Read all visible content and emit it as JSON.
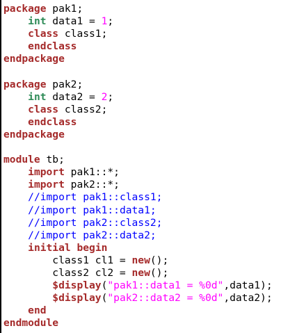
{
  "editor": {
    "colors": {
      "keyword": "#a52a2a",
      "type": "#2e8b57",
      "literal": "#ff00ff",
      "comment": "#0000ff",
      "text": "#000000",
      "background": "#ffffff"
    },
    "lines": [
      [
        {
          "t": "package",
          "c": "kw"
        },
        {
          "t": " pak1;",
          "c": "plain"
        }
      ],
      [
        {
          "t": "    ",
          "c": "plain"
        },
        {
          "t": "int",
          "c": "ty"
        },
        {
          "t": " data1 = ",
          "c": "plain"
        },
        {
          "t": "1",
          "c": "num"
        },
        {
          "t": ";",
          "c": "plain"
        }
      ],
      [
        {
          "t": "    ",
          "c": "plain"
        },
        {
          "t": "class",
          "c": "kw"
        },
        {
          "t": " class1;",
          "c": "plain"
        }
      ],
      [
        {
          "t": "    ",
          "c": "plain"
        },
        {
          "t": "endclass",
          "c": "kw"
        }
      ],
      [
        {
          "t": "endpackage",
          "c": "kw"
        }
      ],
      [
        {
          "t": "",
          "c": "plain"
        }
      ],
      [
        {
          "t": "package",
          "c": "kw"
        },
        {
          "t": " pak2;",
          "c": "plain"
        }
      ],
      [
        {
          "t": "    ",
          "c": "plain"
        },
        {
          "t": "int",
          "c": "ty"
        },
        {
          "t": " data2 = ",
          "c": "plain"
        },
        {
          "t": "2",
          "c": "num"
        },
        {
          "t": ";",
          "c": "plain"
        }
      ],
      [
        {
          "t": "    ",
          "c": "plain"
        },
        {
          "t": "class",
          "c": "kw"
        },
        {
          "t": " class2;",
          "c": "plain"
        }
      ],
      [
        {
          "t": "    ",
          "c": "plain"
        },
        {
          "t": "endclass",
          "c": "kw"
        }
      ],
      [
        {
          "t": "endpackage",
          "c": "kw"
        }
      ],
      [
        {
          "t": "",
          "c": "plain"
        }
      ],
      [
        {
          "t": "module",
          "c": "kw"
        },
        {
          "t": " tb;",
          "c": "plain"
        }
      ],
      [
        {
          "t": "    ",
          "c": "plain"
        },
        {
          "t": "import",
          "c": "kw"
        },
        {
          "t": " pak1::*;",
          "c": "plain"
        }
      ],
      [
        {
          "t": "    ",
          "c": "plain"
        },
        {
          "t": "import",
          "c": "kw"
        },
        {
          "t": " pak2::*;",
          "c": "plain"
        }
      ],
      [
        {
          "t": "    ",
          "c": "plain"
        },
        {
          "t": "//import pak1::class1;",
          "c": "cm"
        }
      ],
      [
        {
          "t": "    ",
          "c": "plain"
        },
        {
          "t": "//import pak1::data1;",
          "c": "cm"
        }
      ],
      [
        {
          "t": "    ",
          "c": "plain"
        },
        {
          "t": "//import pak2::class2;",
          "c": "cm"
        }
      ],
      [
        {
          "t": "    ",
          "c": "plain"
        },
        {
          "t": "//import pak2::data2;",
          "c": "cm"
        }
      ],
      [
        {
          "t": "    ",
          "c": "plain"
        },
        {
          "t": "initial",
          "c": "kw"
        },
        {
          "t": " ",
          "c": "plain"
        },
        {
          "t": "begin",
          "c": "kw"
        }
      ],
      [
        {
          "t": "        class1 cl1 = ",
          "c": "plain"
        },
        {
          "t": "new",
          "c": "kw"
        },
        {
          "t": "();",
          "c": "plain"
        }
      ],
      [
        {
          "t": "        class2 cl2 = ",
          "c": "plain"
        },
        {
          "t": "new",
          "c": "kw"
        },
        {
          "t": "();",
          "c": "plain"
        }
      ],
      [
        {
          "t": "        ",
          "c": "plain"
        },
        {
          "t": "$display",
          "c": "sys"
        },
        {
          "t": "(",
          "c": "plain"
        },
        {
          "t": "\"pak1::data1 = %0d\"",
          "c": "str"
        },
        {
          "t": ",data1);",
          "c": "plain"
        }
      ],
      [
        {
          "t": "        ",
          "c": "plain"
        },
        {
          "t": "$display",
          "c": "sys"
        },
        {
          "t": "(",
          "c": "plain"
        },
        {
          "t": "\"pak2::data2 = %0d\"",
          "c": "str"
        },
        {
          "t": ",data2);",
          "c": "plain"
        }
      ],
      [
        {
          "t": "    ",
          "c": "plain"
        },
        {
          "t": "end",
          "c": "kw"
        }
      ],
      [
        {
          "t": "endmodule",
          "c": "kw"
        }
      ]
    ]
  }
}
